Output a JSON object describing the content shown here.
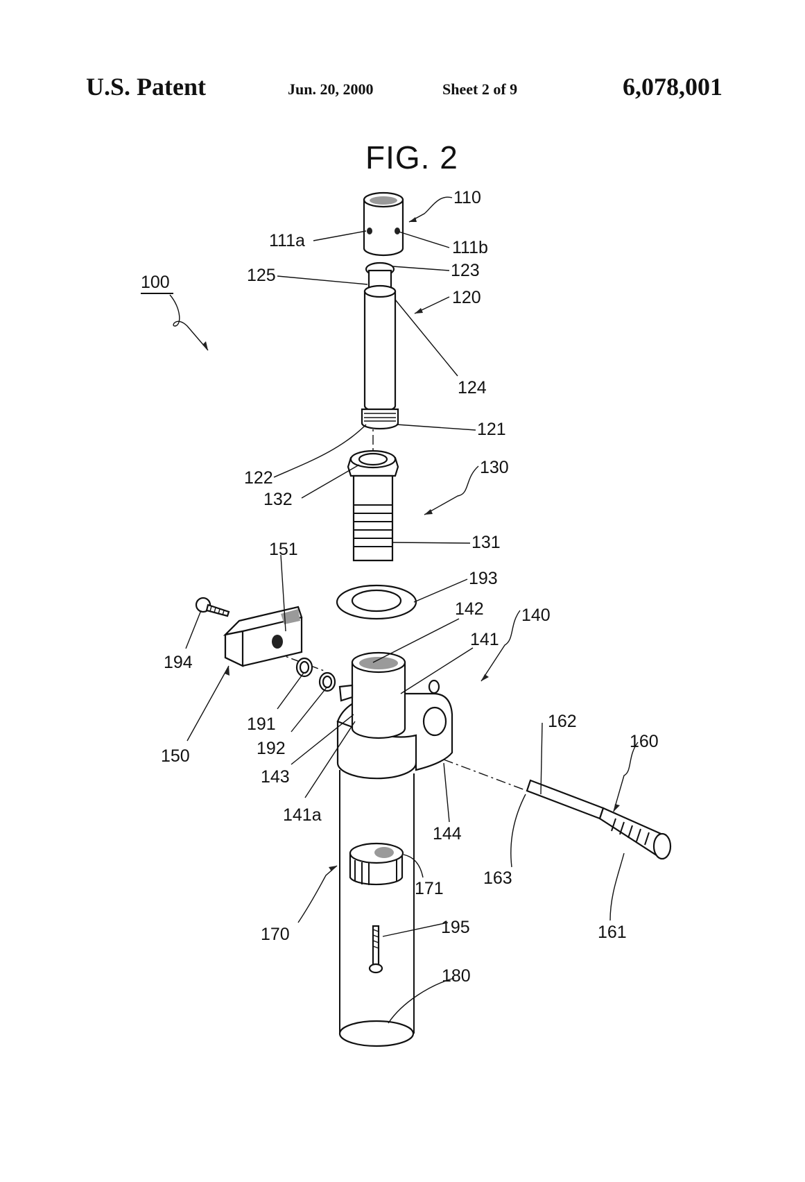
{
  "header": {
    "left": "U.S. Patent",
    "date": "Jun. 20, 2000",
    "sheet": "Sheet 2 of 9",
    "patent_number": "6,078,001"
  },
  "figure": {
    "title": "FIG. 2",
    "labels": {
      "l100": "100",
      "l110": "110",
      "l111a": "111a",
      "l111b": "111b",
      "l120": "120",
      "l121": "121",
      "l122": "122",
      "l123": "123",
      "l124": "124",
      "l125": "125",
      "l130": "130",
      "l131": "131",
      "l132": "132",
      "l140": "140",
      "l141": "141",
      "l141a": "141a",
      "l142": "142",
      "l143": "143",
      "l144": "144",
      "l150": "150",
      "l151": "151",
      "l160": "160",
      "l161": "161",
      "l162": "162",
      "l163": "163",
      "l170": "170",
      "l171": "171",
      "l180": "180",
      "l191": "191",
      "l192": "192",
      "l193": "193",
      "l194": "194",
      "l195": "195"
    }
  }
}
